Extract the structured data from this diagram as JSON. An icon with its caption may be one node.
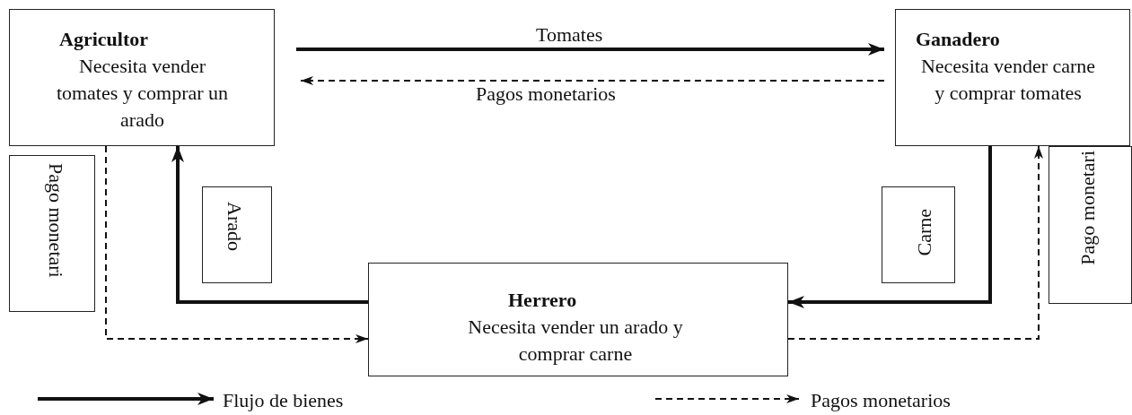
{
  "diagram": {
    "nodes": [
      {
        "text": [
          "Agricultor",
          "Necesita vender tomates y comprar un arado"
        ]
      },
      {
        "text": [
          "Ganadero",
          "Necesita vender carne y comprar tomates"
        ]
      },
      {
        "text": [
          "Pago monetari"
        ]
      },
      {
        "text": [
          "Arado"
        ]
      },
      {
        "text": [
          "Carne"
        ]
      },
      {
        "text": [
          "Pago monetari"
        ]
      },
      {
        "text": [
          "Herrero",
          "Necesita vender un arado y comprar carne"
        ]
      }
    ],
    "edges": [
      {
        "from": 0,
        "to": 1,
        "arrow": "to",
        "label": "Tomates",
        "style": "thick"
      },
      {
        "from": 1,
        "to": 0,
        "arrow": "to",
        "label": "Pagos monetarios",
        "style": "dashed"
      },
      {
        "from": 6,
        "to": 0,
        "arrow": "to",
        "style": "thick"
      },
      {
        "from": 1,
        "to": 6,
        "arrow": "to",
        "style": "thick"
      },
      {
        "from": 0,
        "to": 6,
        "arrow": "to",
        "style": "dashed"
      },
      {
        "from": 6,
        "to": 1,
        "arrow": "to",
        "style": "dashed"
      }
    ],
    "legend": [
      {
        "text": "Flujo de bienes"
      },
      {
        "text": "Pagos monetarios"
      }
    ]
  }
}
